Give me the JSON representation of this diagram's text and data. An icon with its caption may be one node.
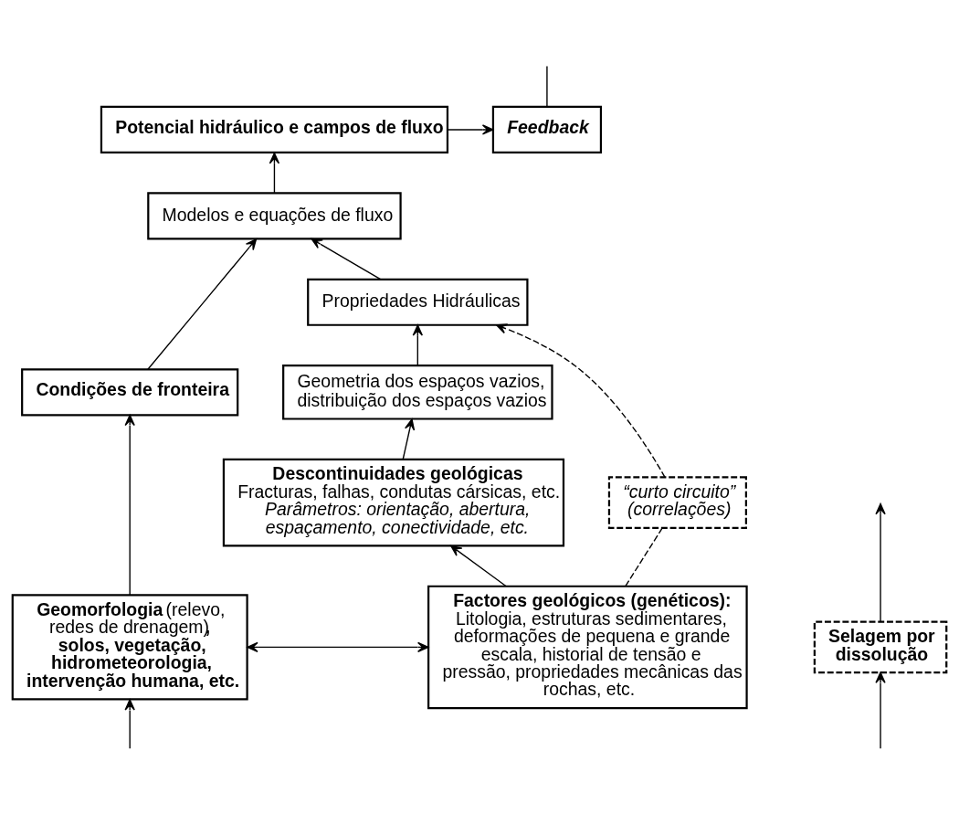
{
  "diagram": {
    "nodes": [
      {
        "text": [
          "Potencial hidráulico e campos de fluxo"
        ]
      },
      {
        "text": [
          "Feedback"
        ]
      },
      {
        "text": [
          "Modelos e equações de fluxo"
        ]
      },
      {
        "text": [
          "Condições de fronteira"
        ]
      },
      {
        "text": [
          "Propriedades Hidráulicas"
        ]
      },
      {
        "text": [
          "Geometria dos espaços vazios, distribuição dos espaços vazios"
        ]
      },
      {
        "text": [
          "Descontinuidades geológicas",
          "Fracturas, falhas, condutas cársicas, etc.",
          "Parâmetros: orientação, abertura, espaçamento, conectividade, etc."
        ]
      },
      {
        "text": [
          "“curto circuito” (correlações)"
        ]
      },
      {
        "text": [
          "Selagem por dissolução"
        ]
      },
      {
        "text": [
          "**Geomorfologia** (relevo, redes de drenagem)**, solos, vegetação, hidrometeorologia, intervenção humana, etc.**"
        ]
      },
      {
        "text": [
          "Factores geológicos (genéticos):",
          "Litologia, estruturas sedimentares, deformações de pequena e grande escala, historial de tensão e pressão, propriedades mecânicas das rochas, etc."
        ]
      }
    ],
    "edges": [
      {
        "from": 0,
        "to": 1,
        "arrow": "to"
      },
      {
        "from": 1,
        "to": null,
        "arrow": "none"
      },
      {
        "from": 2,
        "to": 0,
        "arrow": "to"
      },
      {
        "from": 3,
        "to": 2,
        "arrow": "to"
      },
      {
        "from": 4,
        "to": 2,
        "arrow": "to"
      },
      {
        "from": 5,
        "to": 4,
        "arrow": "to"
      },
      {
        "from": 6,
        "to": 5,
        "arrow": "to"
      },
      {
        "from": 10,
        "to": 6,
        "arrow": "to"
      },
      {
        "from": 8,
        "to": null,
        "arrow": "to"
      },
      {
        "from": null,
        "to": 8,
        "arrow": "to"
      },
      {
        "from": 10,
        "to": 7,
        "arrow": "none",
        "style": "dashed"
      },
      {
        "from": 7,
        "to": 4,
        "arrow": "to",
        "style": "dashed"
      },
      {
        "from": 9,
        "to": 3,
        "arrow": "to"
      },
      {
        "from": 9,
        "to": 10,
        "arrow": "both"
      },
      {
        "from": null,
        "to": 9,
        "arrow": "to"
      }
    ]
  }
}
